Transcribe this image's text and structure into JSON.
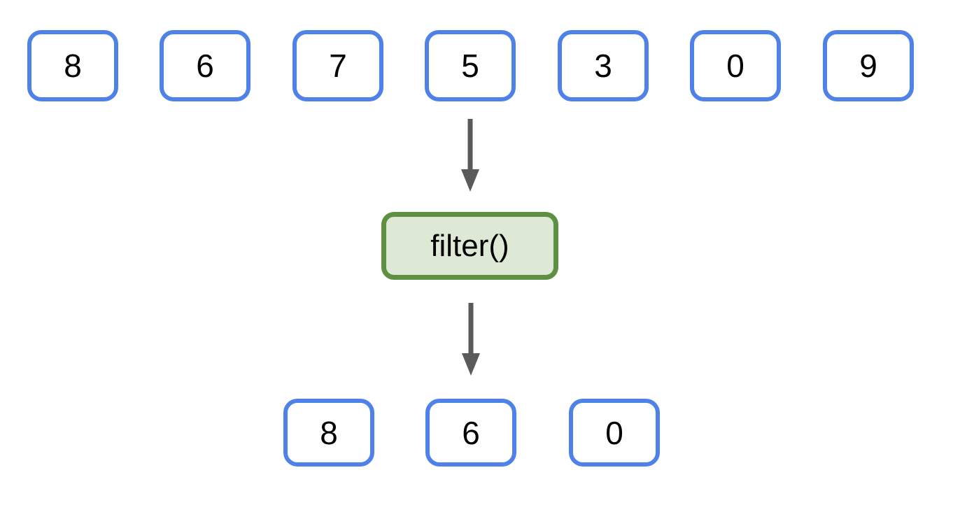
{
  "diagram": {
    "input_list": [
      "8",
      "6",
      "7",
      "5",
      "3",
      "0",
      "9"
    ],
    "function_label": "filter()",
    "output_list": [
      "8",
      "6",
      "0"
    ],
    "icons": {
      "flow_arrow_top": "arrow-down",
      "flow_arrow_bottom": "arrow-down"
    },
    "colors": {
      "item_border": "#4f82e8",
      "item_fill": "#ffffff",
      "function_border": "#5d9141",
      "function_fill": "#dde9d4",
      "arrow": "#595a5c",
      "text": "#000000",
      "background": "#ffffff"
    }
  }
}
